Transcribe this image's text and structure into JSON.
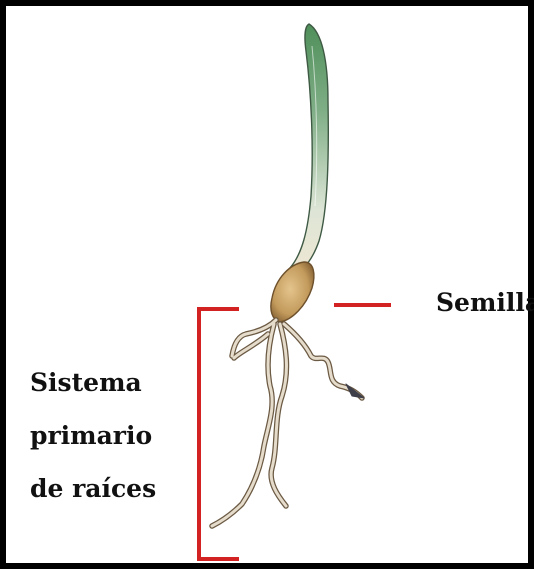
{
  "labels": {
    "seed": "Semilla",
    "root_system_lines": [
      "Sistema",
      "primario",
      "de raíces"
    ]
  },
  "colors": {
    "frame": "#000000",
    "bracket": "#d32222",
    "shoot": "#5e9a6c",
    "seed": "#c9a46c",
    "root": "#b8a78e"
  },
  "icons": {
    "plant": "germinating-seedling-illustration",
    "bracket": "red-bracket"
  }
}
